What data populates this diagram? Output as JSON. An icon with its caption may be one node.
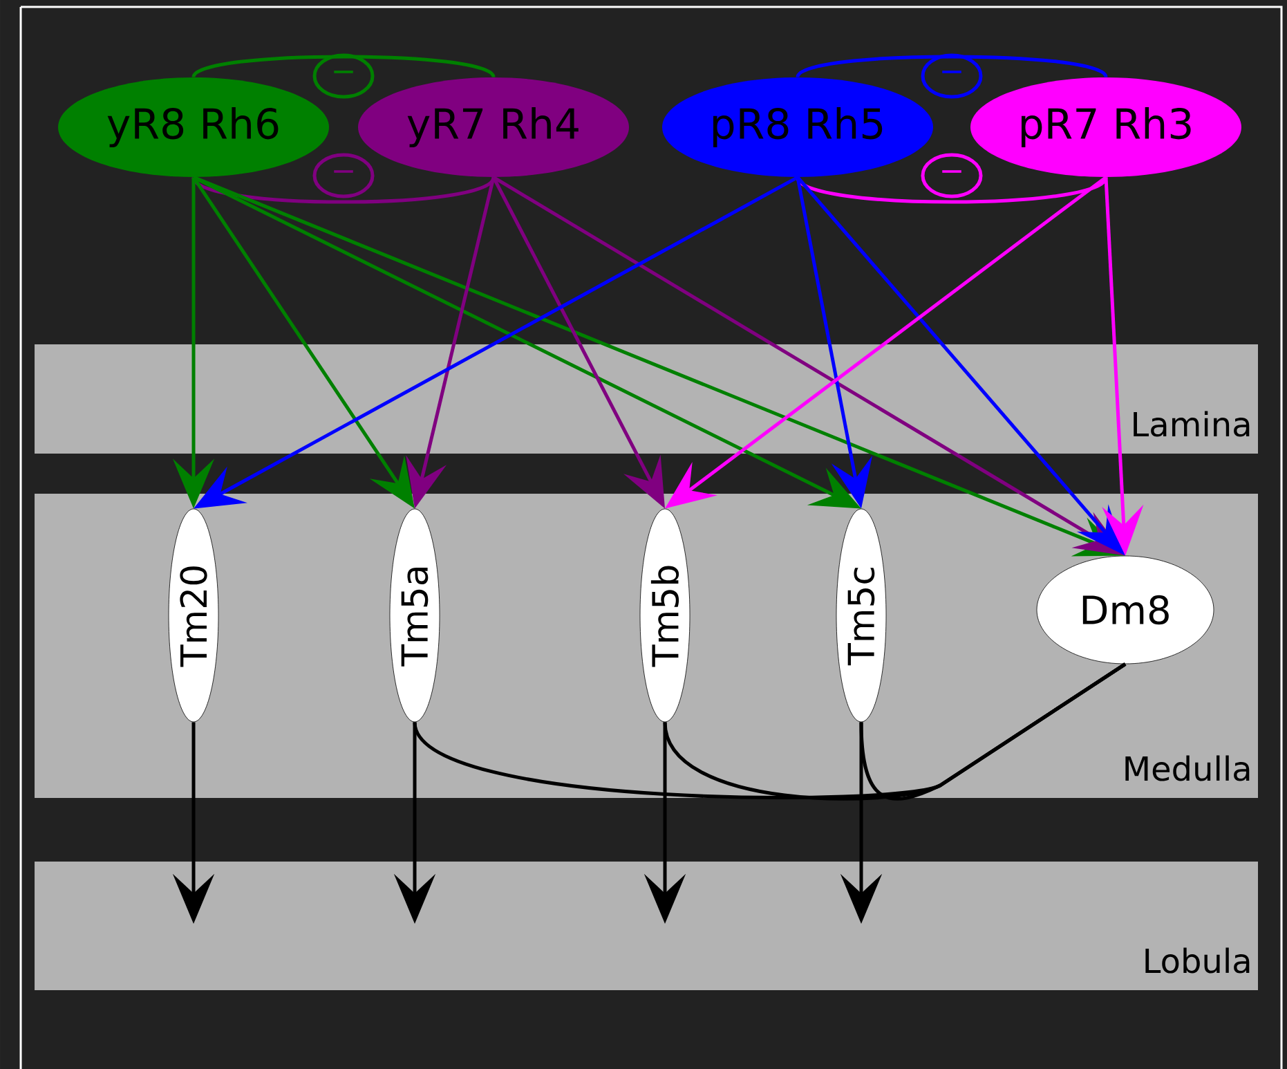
{
  "diagram": {
    "nodes": [
      {
        "text": [
          "yR8 Rh6"
        ]
      },
      {
        "text": [
          "yR7 Rh4"
        ]
      },
      {
        "text": [
          "pR8 Rh5"
        ]
      },
      {
        "text": [
          "pR7 Rh3"
        ]
      },
      {
        "text": [
          "Medulla"
        ]
      },
      {
        "text": [
          "Tm20"
        ],
        "in": 4
      },
      {
        "text": [
          "Tm5a"
        ],
        "in": 4
      },
      {
        "text": [
          "Tm5b"
        ],
        "in": 4
      },
      {
        "text": [
          "Tm5c"
        ],
        "in": 4
      },
      {
        "text": [
          "Dm8"
        ],
        "in": 4
      },
      {
        "text": [
          "Lobula"
        ]
      }
    ],
    "edges": [
      {
        "from": 0,
        "to": 1,
        "arrow": "none",
        "label": "−",
        "color": "#008000"
      },
      {
        "from": 1,
        "to": 0,
        "arrow": "none",
        "label": "−",
        "color": "#800080"
      },
      {
        "from": 2,
        "to": 3,
        "arrow": "none",
        "label": "−",
        "color": "#0000ff"
      },
      {
        "from": 3,
        "to": 2,
        "arrow": "none",
        "label": "−",
        "color": "#ff00ff"
      },
      {
        "from": 0,
        "to": 5,
        "arrow": "to",
        "color": "#008000"
      },
      {
        "from": 0,
        "to": 6,
        "arrow": "to",
        "color": "#008000"
      },
      {
        "from": 0,
        "to": 8,
        "arrow": "to",
        "color": "#008000"
      },
      {
        "from": 0,
        "to": 9,
        "arrow": "to",
        "color": "#008000"
      },
      {
        "from": 1,
        "to": 6,
        "arrow": "to",
        "color": "#800080"
      },
      {
        "from": 1,
        "to": 7,
        "arrow": "to",
        "color": "#800080"
      },
      {
        "from": 1,
        "to": 9,
        "arrow": "to",
        "color": "#800080"
      },
      {
        "from": 2,
        "to": 5,
        "arrow": "to",
        "color": "#0000ff"
      },
      {
        "from": 2,
        "to": 8,
        "arrow": "to",
        "color": "#0000ff"
      },
      {
        "from": 2,
        "to": 9,
        "arrow": "to",
        "color": "#0000ff"
      },
      {
        "from": 3,
        "to": 7,
        "arrow": "to",
        "color": "#ff00ff"
      },
      {
        "from": 3,
        "to": 9,
        "arrow": "to",
        "color": "#ff00ff"
      },
      {
        "from": 5,
        "to": 10,
        "arrow": "to"
      },
      {
        "from": 6,
        "to": 10,
        "arrow": "to"
      },
      {
        "from": 7,
        "to": 10,
        "arrow": "to"
      },
      {
        "from": 8,
        "to": 10,
        "arrow": "to"
      },
      {
        "from": 9,
        "to": 6,
        "arrow": "none"
      },
      {
        "from": 9,
        "to": 7,
        "arrow": "none"
      },
      {
        "from": 9,
        "to": 8,
        "arrow": "none"
      }
    ],
    "labels": [
      "Lamina"
    ]
  }
}
